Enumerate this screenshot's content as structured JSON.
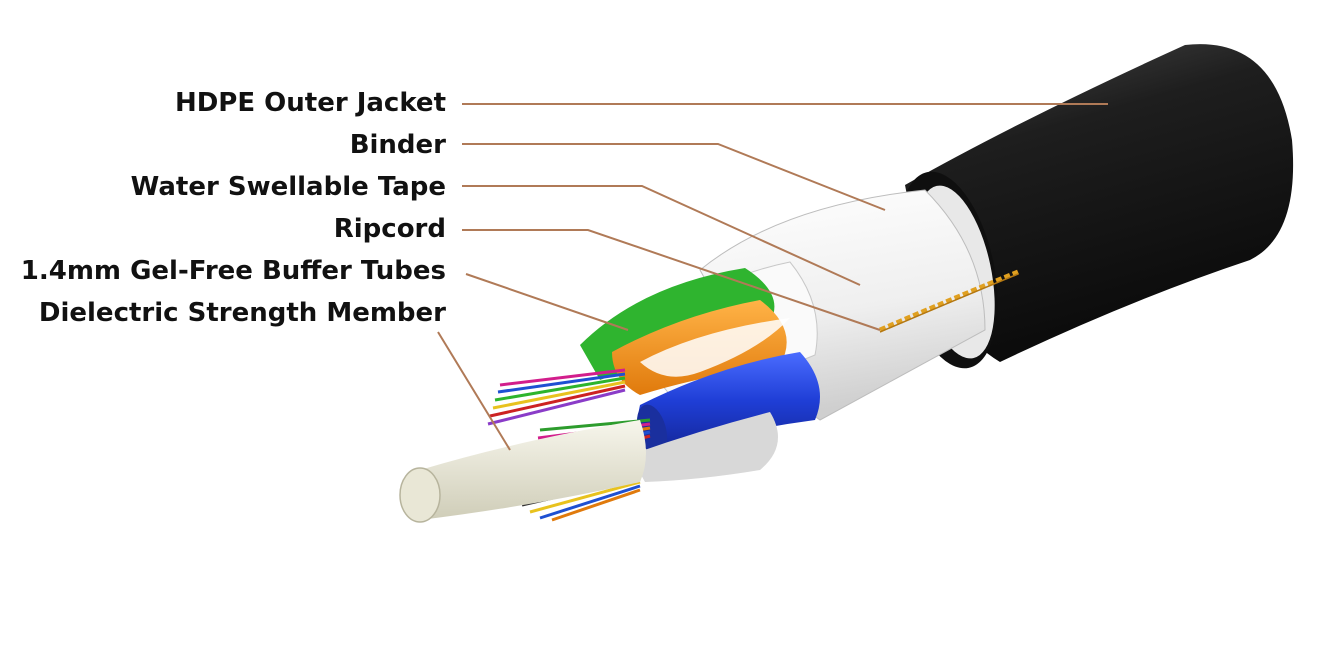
{
  "diagram": {
    "layers": [
      {
        "id": "jacket",
        "label": "HDPE Outer Jacket",
        "icon": "outer-jacket-icon"
      },
      {
        "id": "binder",
        "label": "Binder",
        "icon": "binder-icon"
      },
      {
        "id": "tape",
        "label": "Water Swellable Tape",
        "icon": "tape-icon"
      },
      {
        "id": "ripcord",
        "label": "Ripcord",
        "icon": "ripcord-icon"
      },
      {
        "id": "tubes",
        "label": "1.4mm Gel-Free Buffer Tubes",
        "icon": "buffer-tube-icon"
      },
      {
        "id": "member",
        "label": "Dielectric Strength Member",
        "icon": "strength-member-icon"
      }
    ],
    "colors": {
      "leader": "#b07a57",
      "jacket": "#1a1a1a",
      "sheath": "#f2f2f2",
      "ripcord": "#e0a020",
      "tube_green": "#2fb42f",
      "tube_orange": "#f28c14",
      "tube_blue": "#1f3ed6",
      "strength_member": "#e9e7d6"
    }
  }
}
